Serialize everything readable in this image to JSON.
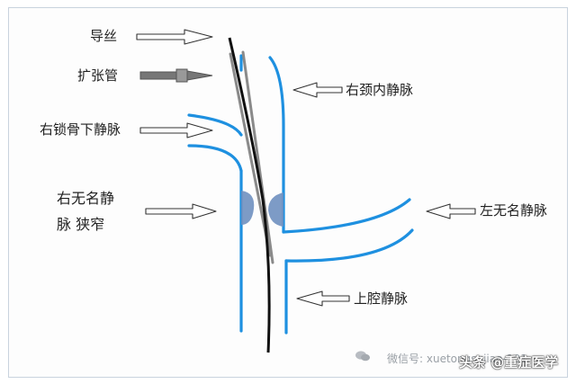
{
  "labels": {
    "guidewire": "导丝",
    "dilator": "扩张管",
    "right_subclavian_vein": "右锁骨下静脉",
    "right_brachiocephalic_stenosis_line1": "右无名静",
    "right_brachiocephalic_stenosis_line2": "脉 狭窄",
    "right_internal_jugular_vein": "右颈内静脉",
    "left_brachiocephalic_vein": "左无名静脉",
    "superior_vena_cava": "上腔静脉"
  },
  "watermark": {
    "wechat": "微信号: xuetongsujiao-101",
    "brand": "头条 @重症医学"
  },
  "colors": {
    "vein_wall": "#1e90e0",
    "stenosis": "#6f90c0",
    "arrow_fill": "#ffffff",
    "arrow_stroke": "#333333",
    "dilator_fill": "#777777",
    "guidewire": "#111111",
    "frame_border": "#c9d3de"
  }
}
